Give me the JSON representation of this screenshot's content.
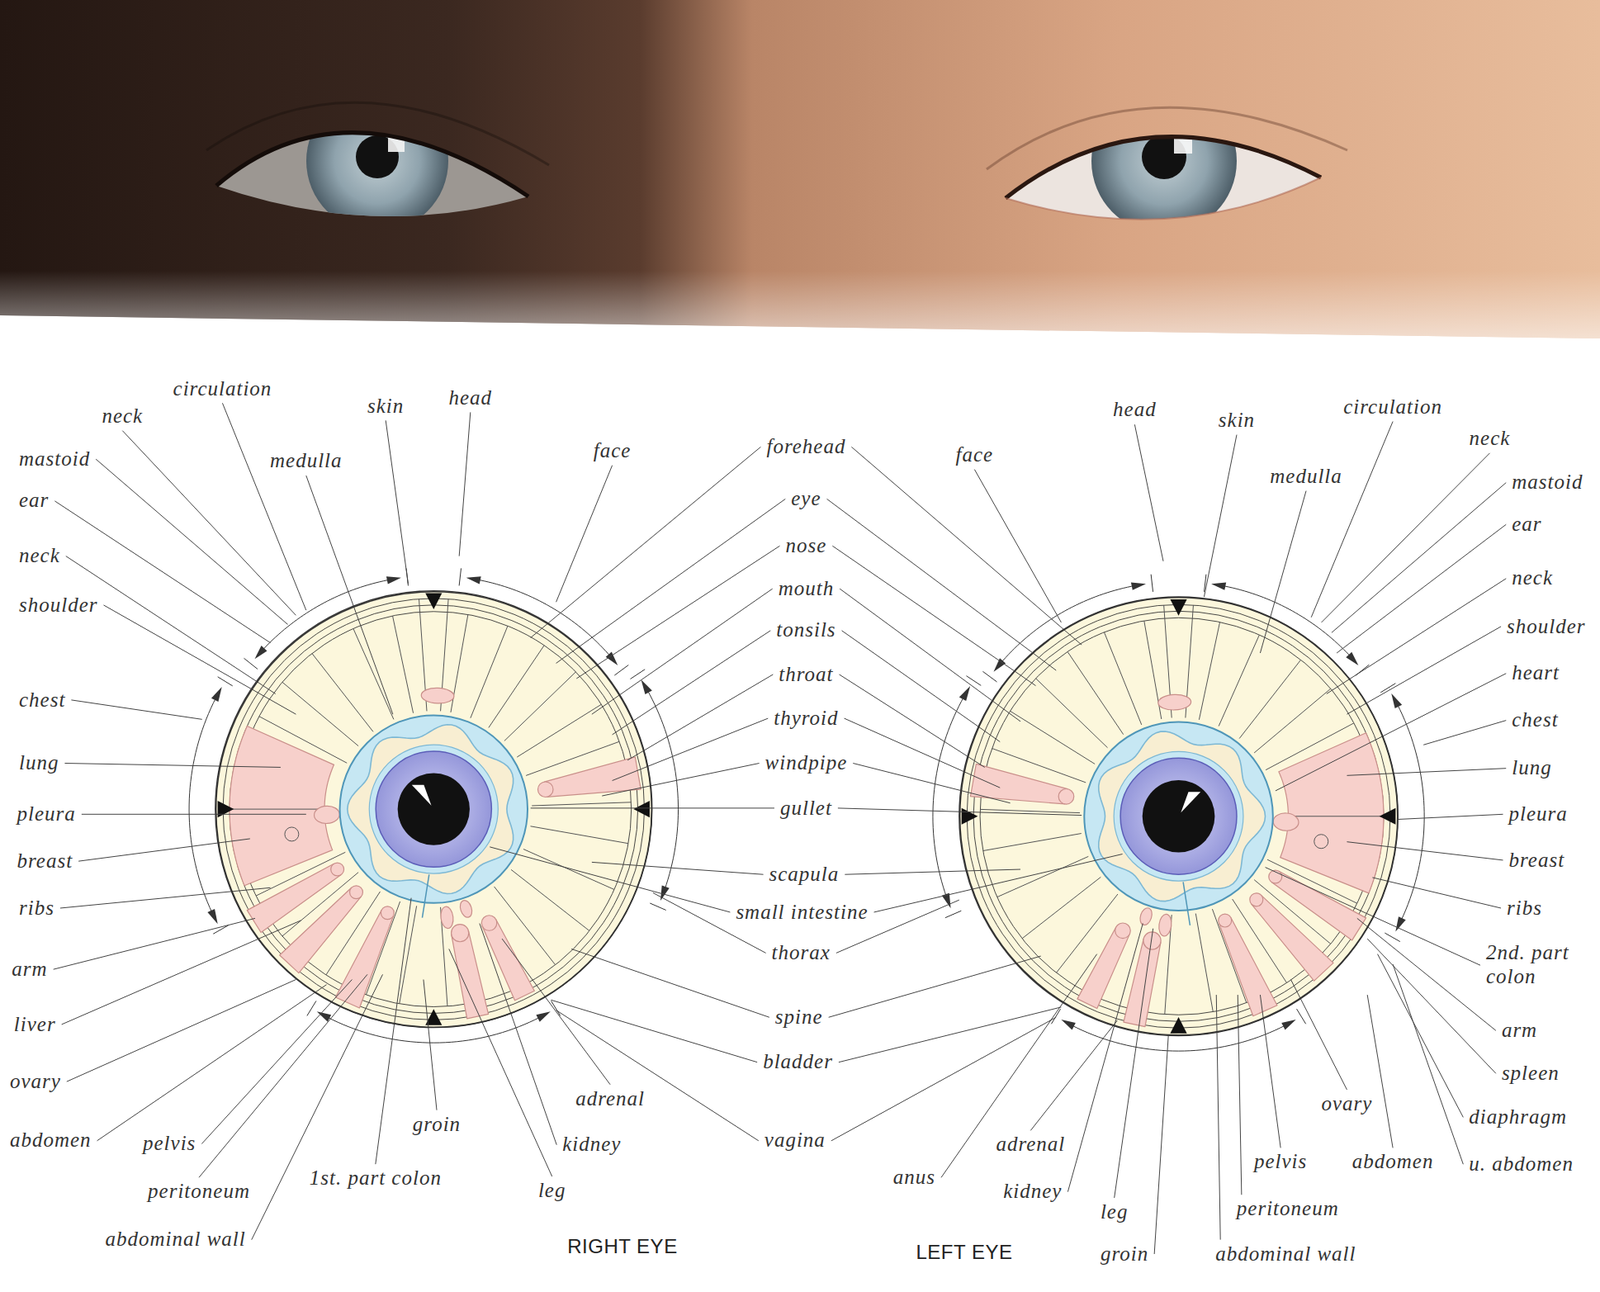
{
  "diagram": {
    "nodes": [
      {
        "text": [
          "RIGHT EYE"
        ]
      },
      {
        "text": [
          "LEFT EYE"
        ]
      }
    ],
    "labels": [
      "circulation",
      "neck",
      "mastoid",
      "medulla",
      "skin",
      "head",
      "ear",
      "neck",
      "shoulder",
      "chest",
      "lung",
      "pleura",
      "breast",
      "ribs",
      "arm",
      "liver",
      "ovary",
      "abdomen",
      "pelvis",
      "peritoneum",
      "abdominal wall",
      "1st. part colon",
      "groin",
      "leg",
      "kidney",
      "adrenal",
      "face",
      "forehead",
      "eye",
      "nose",
      "mouth",
      "tonsils",
      "throat",
      "thyroid",
      "windpipe",
      "gullet",
      "scapula",
      "small intestine",
      "thorax",
      "spine",
      "bladder",
      "vagina",
      "face",
      "head",
      "skin",
      "medulla",
      "circulation",
      "neck",
      "mastoid",
      "ear",
      "neck",
      "shoulder",
      "heart",
      "chest",
      "lung",
      "pleura",
      "breast",
      "ribs",
      "2nd. part colon",
      "arm",
      "spleen",
      "diaphragm",
      "u. abdomen",
      "abdomen",
      "ovary",
      "pelvis",
      "peritoneum",
      "abdominal wall",
      "groin",
      "leg",
      "kidney",
      "adrenal",
      "anus"
    ]
  }
}
